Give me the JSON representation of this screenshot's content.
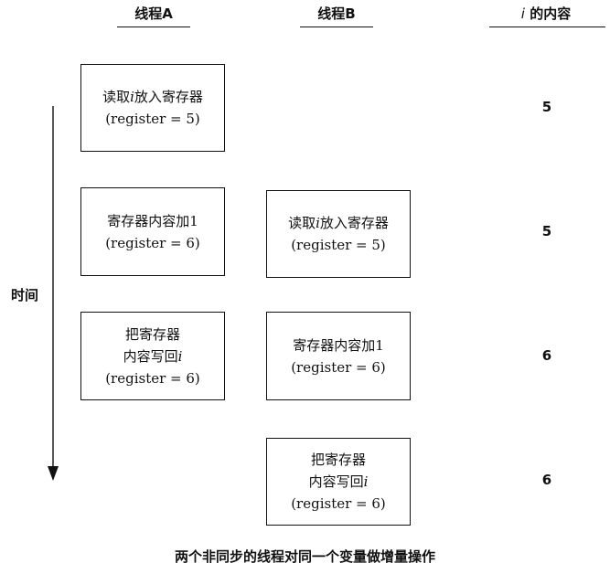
{
  "headers": {
    "thread_a": "线程A",
    "thread_b": "线程B",
    "i_content_var": "i",
    "i_content_text": " 的内容"
  },
  "time_label": "时间",
  "steps": {
    "a_read": {
      "pre": "读取",
      "var": "i",
      "post": "放入寄存器",
      "reg": "(register = 5)"
    },
    "a_add": {
      "text": "寄存器内容加1",
      "reg": "(register = 6)"
    },
    "b_read": {
      "pre": "读取",
      "var": "i",
      "post": "放入寄存器",
      "reg": "(register = 5)"
    },
    "a_write": {
      "line1": "把寄存器",
      "line2_pre": "内容写回",
      "var": "i",
      "reg": "(register = 6)"
    },
    "b_add": {
      "text": "寄存器内容加1",
      "reg": "(register = 6)"
    },
    "b_write": {
      "line1": "把寄存器",
      "line2_pre": "内容写回",
      "var": "i",
      "reg": "(register = 6)"
    }
  },
  "i_values": [
    "5",
    "5",
    "6",
    "6"
  ],
  "caption": "两个非同步的线程对同一个变量做增量操作"
}
